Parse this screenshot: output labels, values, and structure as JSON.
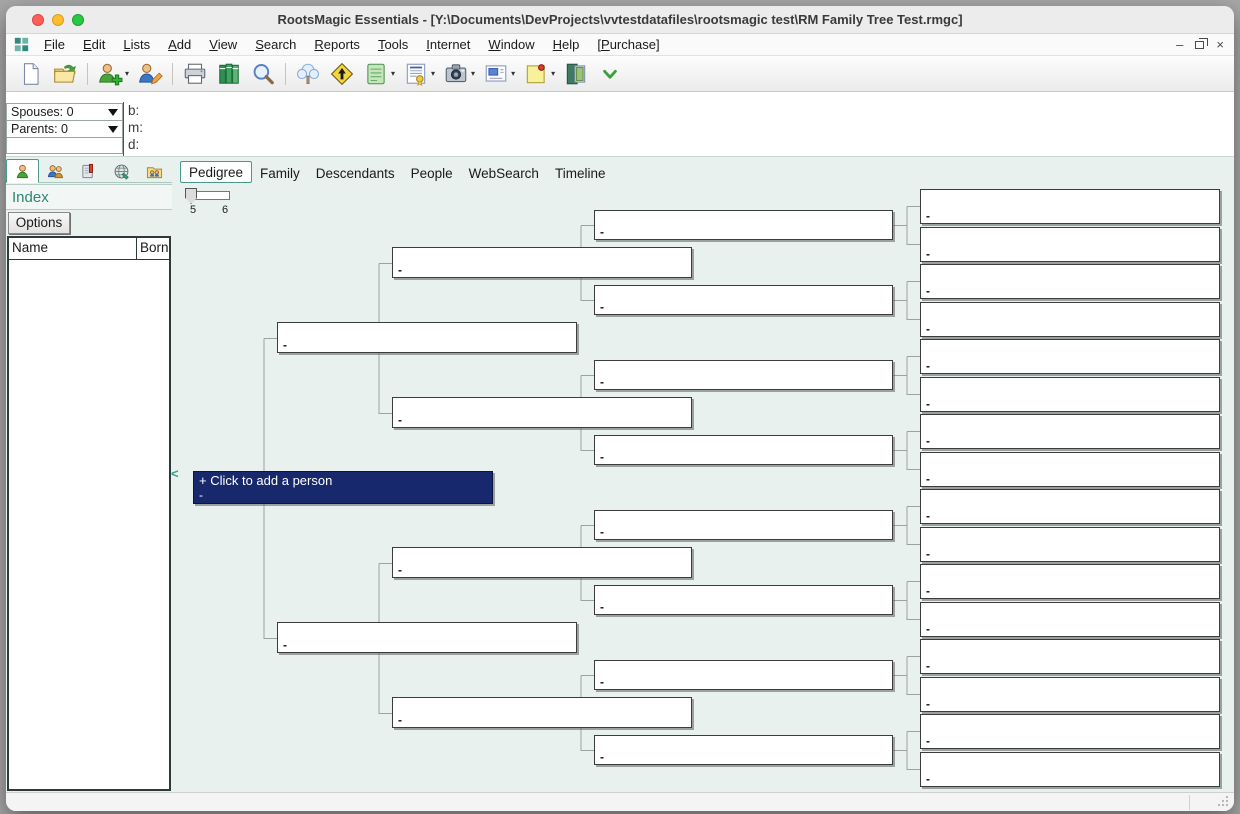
{
  "window": {
    "title": "RootsMagic Essentials - [Y:\\Documents\\DevProjects\\vvtestdatafiles\\rootsmagic test\\RM Family Tree Test.rmgc]"
  },
  "window_controls": {
    "minimize": "–",
    "close": "×"
  },
  "menu": {
    "items": [
      {
        "name": "file",
        "hot": "F",
        "rest": "ile"
      },
      {
        "name": "edit",
        "hot": "E",
        "rest": "dit"
      },
      {
        "name": "lists",
        "hot": "L",
        "rest": "ists"
      },
      {
        "name": "add",
        "hot": "A",
        "rest": "dd"
      },
      {
        "name": "view",
        "hot": "V",
        "rest": "iew"
      },
      {
        "name": "search",
        "hot": "S",
        "rest": "earch"
      },
      {
        "name": "reports",
        "hot": "R",
        "rest": "eports"
      },
      {
        "name": "tools",
        "hot": "T",
        "rest": "ools"
      },
      {
        "name": "internet",
        "hot": "I",
        "rest": "nternet"
      },
      {
        "name": "window",
        "hot": "W",
        "rest": "indow"
      },
      {
        "name": "help",
        "hot": "H",
        "rest": "elp"
      },
      {
        "name": "purchase",
        "pre": "[",
        "hot": "P",
        "rest": "urchase]"
      }
    ]
  },
  "toolbar": {
    "items": [
      {
        "icon": "new-document"
      },
      {
        "icon": "open-file"
      },
      {
        "sep": true
      },
      {
        "icon": "add-person",
        "dropdown": true
      },
      {
        "icon": "edit-person"
      },
      {
        "sep": true
      },
      {
        "icon": "print"
      },
      {
        "icon": "publish-books"
      },
      {
        "icon": "search"
      },
      {
        "sep": true
      },
      {
        "icon": "pedigree-tree"
      },
      {
        "icon": "navigate"
      },
      {
        "icon": "notes",
        "dropdown": true
      },
      {
        "icon": "sources",
        "dropdown": true
      },
      {
        "icon": "media",
        "dropdown": true
      },
      {
        "icon": "address",
        "dropdown": true
      },
      {
        "icon": "tasks",
        "dropdown": true
      },
      {
        "icon": "exit"
      },
      {
        "icon": "chevron-down-green"
      }
    ]
  },
  "info_panel": {
    "spouses": "Spouses: 0",
    "parents": "Parents: 0",
    "birth": "b:",
    "marriage": "m:",
    "death": "d:"
  },
  "sidebar": {
    "tabs": [
      {
        "icon": "person"
      },
      {
        "icon": "people"
      },
      {
        "icon": "bookmarks"
      },
      {
        "icon": "websearch-globe"
      },
      {
        "icon": "media-gallery"
      }
    ],
    "index_title": "Index",
    "options_button": "Options",
    "columns": [
      "Name",
      "Born"
    ]
  },
  "view_tabs": {
    "tabs": [
      "Pedigree",
      "Family",
      "Descendants",
      "People",
      "WebSearch",
      "Timeline"
    ],
    "active": "Pedigree"
  },
  "pedigree": {
    "slider_labels": [
      "5",
      "6"
    ],
    "root_label": "+ Click to add a person",
    "empty_value": "-",
    "generation_counts": [
      1,
      2,
      4,
      8,
      16
    ]
  },
  "colors": {
    "accent": "#2e8b7e",
    "highlight_navy": "#17286d"
  }
}
